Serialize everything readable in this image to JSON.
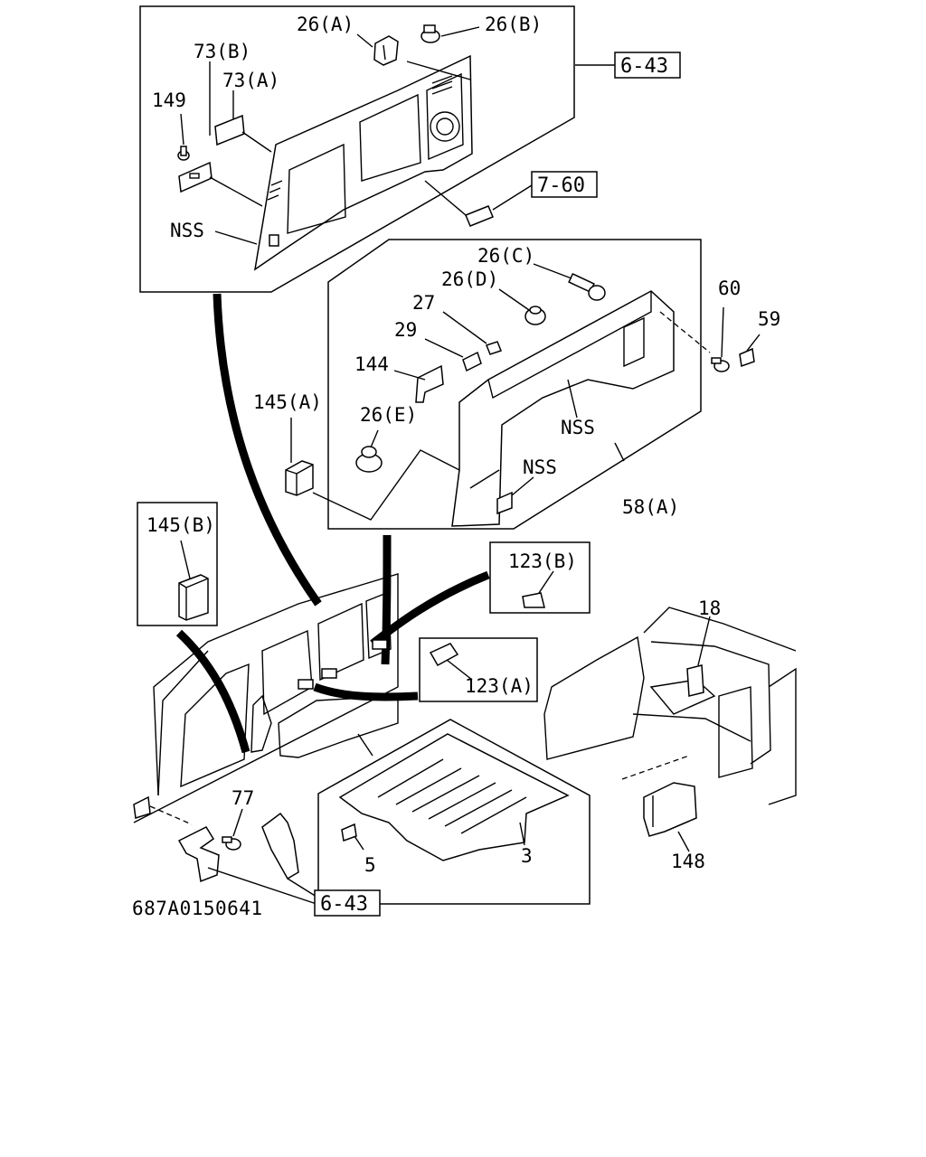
{
  "diagram_code": "687A0150641",
  "callouts": {
    "c26a": "26(A)",
    "c26b": "26(B)",
    "c73b": "73(B)",
    "c73a": "73(A)",
    "c149": "149",
    "nss_upper": "NSS",
    "c26c": "26(C)",
    "c26d": "26(D)",
    "c27": "27",
    "c29": "29",
    "c144": "144",
    "c145a": "145(A)",
    "c26e": "26(E)",
    "c60": "60",
    "c59": "59",
    "nss_mid": "NSS",
    "nss_low": "NSS",
    "c58a": "58(A)",
    "c145b": "145(B)",
    "c123b": "123(B)",
    "c123a": "123(A)",
    "c18": "18",
    "c77": "77",
    "c5": "5",
    "c3": "3",
    "c148": "148"
  },
  "refs": {
    "ref_643_top": "6-43",
    "ref_760": "7-60",
    "ref_643_bottom": "6-43"
  }
}
